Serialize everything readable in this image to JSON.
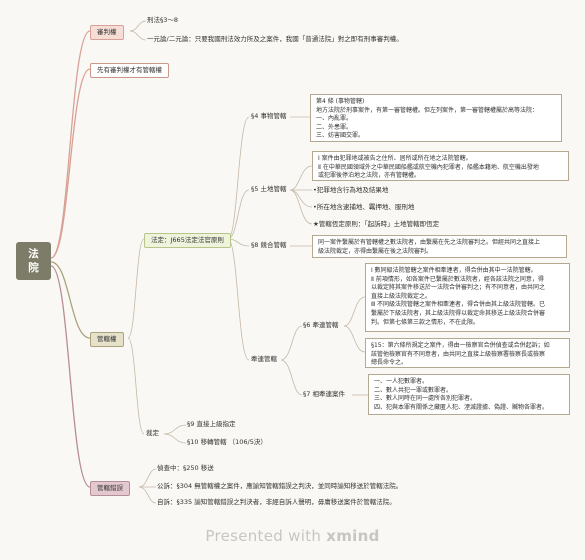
{
  "root": {
    "label_line1": "法",
    "label_line2": "院"
  },
  "branch_adjudication": {
    "label": "審判權",
    "criminal_law": "刑法§3～8",
    "monism": "一元論/二元論：只要我國刑法效力所及之案件，我國「普通法院」對之即有刑事審判權。"
  },
  "branch_priority": {
    "label": "先有審判權才有管轄權"
  },
  "branch_jurisdiction": {
    "label": "管轄權",
    "statutory": {
      "label": "法定：J665法定法官原則",
      "s4": {
        "label": "§4 事物管轄",
        "box_lines": [
          "第4 條 (事物管轄)",
          "地方法院於刑事案件，有第一審管轄權。但左列案件，第一審管轄權屬於高等法院：",
          "一、內亂罪。",
          "二、外患罪。",
          "三、妨害國交罪。"
        ]
      },
      "s5": {
        "label": "§5 土地管轄",
        "box_lines": [
          "Ⅰ 案件由犯罪地或被告之住所、居所或所在地之法院管轄。",
          "Ⅱ 在中華民國領域外之中華民國船艦或航空機內犯罪者，船艦本籍地、航空機出發地",
          "或犯罪後停泊地之法院，亦有管轄權。"
        ],
        "crime_place": "•犯罪地含行為地及結果地",
        "location": "•所在地含逮捕地、羈押地、服刑地",
        "note": "★管轄恆定原則：「起訴時」土地管轄即恆定"
      },
      "s8": {
        "label": "§8 競合管轄",
        "box_lines": [
          "同一案件繫屬於有管轄權之數法院者，由繫屬在先之法院審判之。但經共同之直接上",
          "級法院裁定，亦得由繫屬在後之法院審判。"
        ]
      },
      "related": {
        "label": "牽連管轄",
        "s6": {
          "label": "§6 牽連管轄",
          "box_lines": [
            "Ⅰ 數同級法院管轄之案件相牽連者，得合併由其中一法院管轄。",
            "Ⅱ 前項情形，如各案件已繫屬於數法院者，經各該法院之同意，得",
            "以裁定將其案件移送於一法院合併審判之；有不同意者，由共同之",
            "直接上級法院裁定之。",
            "Ⅲ 不同級法院管轄之案件相牽連者，得合併由其上級法院管轄。已",
            "繫屬於下級法院者，其上級法院得以裁定命其移送上級法院合併審",
            "判。但第七條第三款之情形，不在此限。"
          ],
          "box2_lines": [
            "§15：第六條所規定之案件，得由一檢察官合併偵查或合併起訴；如",
            "該管他檢察官有不同意者，由共同之直接上級檢察署檢察長或檢察",
            "總長命令之。"
          ]
        },
        "s7": {
          "label": "§7 相牽連案件",
          "box_lines": [
            "一、一人犯數罪者。",
            "二、數人共犯一罪或數罪者。",
            "三、數人同時在同一處所各別犯罪者。",
            "四、犯與本罪有關係之藏匿人犯、湮滅證據、偽證、贓物各罪者。"
          ]
        }
      }
    },
    "ruling": {
      "label": "裁定",
      "s9": "§9 直接上級指定",
      "s10": "§10 移轉管轄 （106/5決）"
    }
  },
  "branch_error": {
    "label": "管轄錯誤",
    "investigation": "偵查中：§250 移送",
    "public_prosecution": "公訴：§304 無管轄權之案件，應諭知管轄錯誤之判決，並同時諭知移送於管轄法院。",
    "private_prosecution": "自訴：§335 諭知管轄錯誤之判決者，非經自訴人聲明，毋庸移送案件於管轄法院。"
  },
  "watermark": {
    "prefix": "Presented with ",
    "brand": "xmind"
  }
}
